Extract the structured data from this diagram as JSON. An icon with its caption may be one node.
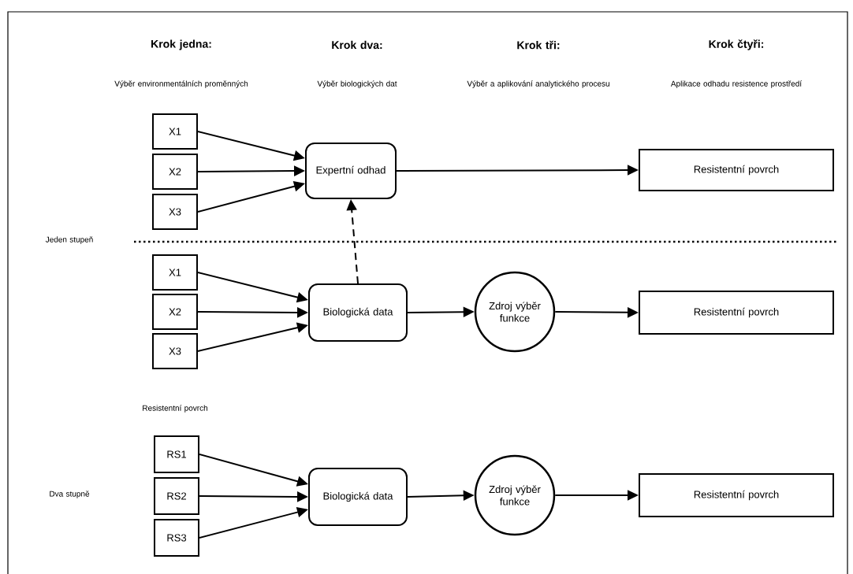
{
  "diagram": {
    "nodes": [
      {
        "text": [
          "X1"
        ]
      },
      {
        "text": [
          "X2"
        ]
      },
      {
        "text": [
          "X3"
        ]
      },
      {
        "text": [
          "Expertní odhad"
        ]
      },
      {
        "text": [
          "Resistentní povrch"
        ]
      },
      {
        "text": [
          "X1"
        ]
      },
      {
        "text": [
          "X2"
        ]
      },
      {
        "text": [
          "X3"
        ]
      },
      {
        "text": [
          "Biologická data"
        ]
      },
      {
        "text": [
          "Zdroj výběr funkce"
        ]
      },
      {
        "text": [
          "Resistentní povrch"
        ]
      },
      {
        "text": [
          "RS1"
        ]
      },
      {
        "text": [
          "RS2"
        ]
      },
      {
        "text": [
          "RS3"
        ]
      },
      {
        "text": [
          "Biologická data"
        ]
      },
      {
        "text": [
          "Zdroj výběr funkce"
        ]
      },
      {
        "text": [
          "Resistentní povrch"
        ]
      }
    ],
    "edges": [
      {
        "from": 0,
        "to": 3,
        "arrow": "to"
      },
      {
        "from": 1,
        "to": 3,
        "arrow": "to"
      },
      {
        "from": 2,
        "to": 3,
        "arrow": "to"
      },
      {
        "from": 3,
        "to": 4,
        "arrow": "to"
      },
      {
        "from": 8,
        "to": 3,
        "arrow": "to",
        "style": "dashed"
      },
      {
        "from": 5,
        "to": 8,
        "arrow": "to"
      },
      {
        "from": 6,
        "to": 8,
        "arrow": "to"
      },
      {
        "from": 7,
        "to": 8,
        "arrow": "to"
      },
      {
        "from": 8,
        "to": 9,
        "arrow": "to"
      },
      {
        "from": 9,
        "to": 10,
        "arrow": "to"
      },
      {
        "from": 11,
        "to": 14,
        "arrow": "to"
      },
      {
        "from": 12,
        "to": 14,
        "arrow": "to"
      },
      {
        "from": 13,
        "to": 14,
        "arrow": "to"
      },
      {
        "from": 14,
        "to": 15,
        "arrow": "to"
      },
      {
        "from": 15,
        "to": 16,
        "arrow": "to"
      }
    ],
    "labels": [
      "Krok jedna:",
      "Krok dva:",
      "Krok tři:",
      "Krok čtyři:",
      "Výběr environmentálních proměnných",
      "Výběr biologických dat",
      "Výběr a aplikování analytického procesu",
      "Aplikace odhadu resistence prostředí",
      "Jeden stupeň",
      "Resistentní povrch",
      "Dva stupně"
    ]
  }
}
